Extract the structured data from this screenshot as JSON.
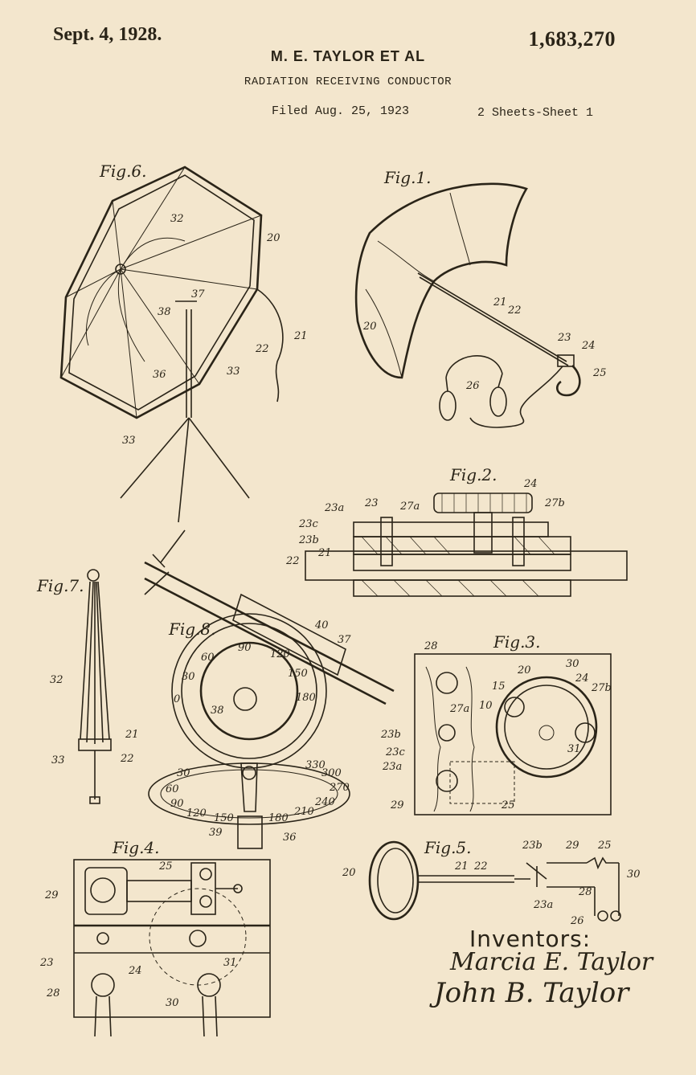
{
  "header": {
    "date": "Sept. 4, 1928.",
    "patent_number": "1,683,270",
    "inventors_line": "M. E. TAYLOR ET AL",
    "title": "RADIATION RECEIVING CONDUCTOR",
    "filed": "Filed Aug. 25, 1923",
    "sheets": "2 Sheets-Sheet  1"
  },
  "figures": {
    "fig6": {
      "label": "Fig.6.",
      "refs": [
        "32",
        "20",
        "37",
        "38",
        "21",
        "22",
        "36",
        "33",
        "33"
      ]
    },
    "fig1": {
      "label": "Fig.1.",
      "refs": [
        "21",
        "22",
        "20",
        "23",
        "24",
        "25",
        "26"
      ]
    },
    "fig2": {
      "label": "Fig.2.",
      "refs": [
        "24",
        "23",
        "27a",
        "27b",
        "23a",
        "23c",
        "23b",
        "22",
        "21"
      ]
    },
    "fig7": {
      "label": "Fig.7.",
      "refs": [
        "32",
        "21",
        "33",
        "22"
      ]
    },
    "fig8": {
      "label": "Fig.8.",
      "refs": [
        "40",
        "37",
        "38",
        "39",
        "36"
      ],
      "dial_upper": [
        "0",
        "30",
        "60",
        "90",
        "120",
        "150",
        "180"
      ],
      "dial_lower": [
        "30",
        "60",
        "90",
        "120",
        "150",
        "180",
        "210",
        "240",
        "270",
        "300",
        "330"
      ]
    },
    "fig3": {
      "label": "Fig.3.",
      "refs": [
        "28",
        "30",
        "24",
        "27b",
        "27a",
        "23b",
        "23c",
        "23a",
        "31",
        "29",
        "25"
      ],
      "dial": [
        "10",
        "15",
        "20"
      ]
    },
    "fig4": {
      "label": "Fig.4.",
      "refs": [
        "25",
        "29",
        "23",
        "24",
        "31",
        "28",
        "30"
      ]
    },
    "fig5": {
      "label": "Fig.5.",
      "refs": [
        "23b",
        "29",
        "25",
        "20",
        "21",
        "22",
        "30",
        "28",
        "23a",
        "26"
      ]
    }
  },
  "inventors": {
    "heading": "Inventors:",
    "signature_1": "Marcia E. Taylor",
    "signature_2": "John B. Taylor"
  }
}
